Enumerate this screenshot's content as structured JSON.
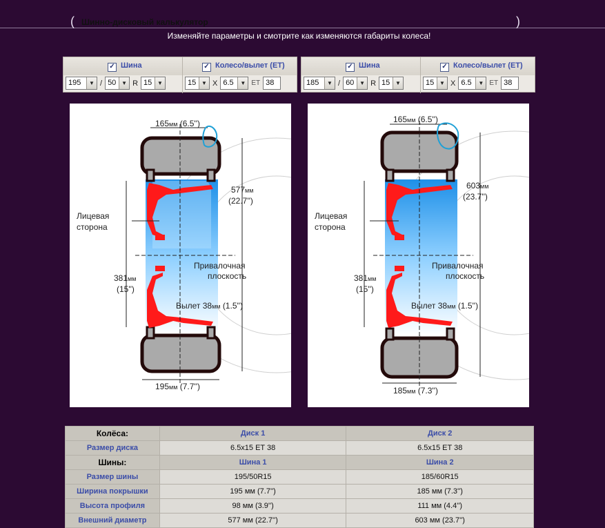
{
  "header": {
    "title": "Шинно-дисковый калькулятор",
    "subtitle": "Изменяйте параметры и смотрите как изменяются габариты колеса!"
  },
  "controls": [
    {
      "tire_label": "Шина",
      "wheel_label": "Колесо/вылет (ET)",
      "width": "195",
      "profile": "50",
      "rim": "15",
      "disc_diameter": "15",
      "disc_width": "6.5",
      "et": "38"
    },
    {
      "tire_label": "Шина",
      "wheel_label": "Колесо/вылет (ET)",
      "width": "185",
      "profile": "60",
      "rim": "15",
      "disc_diameter": "15",
      "disc_width": "6.5",
      "et": "38"
    }
  ],
  "separators": {
    "slash": "/",
    "r": "R",
    "x": "X",
    "et": "ET"
  },
  "diagrams": [
    {
      "top_width": "165",
      "top_width_in": "(6.5'')",
      "outer_diameter": "577",
      "outer_diameter_in": "(22.7'')",
      "face_side_1": "Лицевая",
      "face_side_2": "сторона",
      "rim_diameter": "381",
      "rim_diameter_in": "(15'')",
      "mount_plane_1": "Привалочная",
      "mount_plane_2": "плоскость",
      "offset_label": "Вылет 38",
      "offset_in": "(1.5'')",
      "tire_width": "195",
      "tire_width_in": "(7.7'')",
      "unit": "мм"
    },
    {
      "top_width": "165",
      "top_width_in": "(6.5'')",
      "outer_diameter": "603",
      "outer_diameter_in": "(23.7'')",
      "face_side_1": "Лицевая",
      "face_side_2": "сторона",
      "rim_diameter": "381",
      "rim_diameter_in": "(15'')",
      "mount_plane_1": "Привалочная",
      "mount_plane_2": "плоскость",
      "offset_label": "Вылет 38",
      "offset_in": "(1.5'')",
      "tire_width": "185",
      "tire_width_in": "(7.3'')",
      "unit": "мм"
    }
  ],
  "table": {
    "wheels_header": "Колёса:",
    "disc1": "Диск 1",
    "disc2": "Диск 2",
    "disc_size_label": "Размер диска",
    "disc_size_1": "6.5x15 ET 38",
    "disc_size_2": "6.5x15 ET 38",
    "tires_header": "Шины:",
    "tire1": "Шина 1",
    "tire2": "Шина 2",
    "rows": [
      {
        "label": "Размер шины",
        "v1": "195/50R15",
        "v2": "185/60R15"
      },
      {
        "label": "Ширина покрышки",
        "v1": "195 мм (7.7'')",
        "v2": "185 мм (7.3'')"
      },
      {
        "label": "Высота профиля",
        "v1": "98 мм (3.9'')",
        "v2": "111 мм (4.4'')"
      },
      {
        "label": "Внешний диаметр",
        "v1": "577 мм (22.7'')",
        "v2": "603 мм (23.7'')"
      }
    ]
  },
  "colors": {
    "background": "#2c0a33",
    "accent_label": "#3b4da8",
    "rim_red": "#ff1a1a",
    "annotation_blue": "#1fa0d6"
  }
}
